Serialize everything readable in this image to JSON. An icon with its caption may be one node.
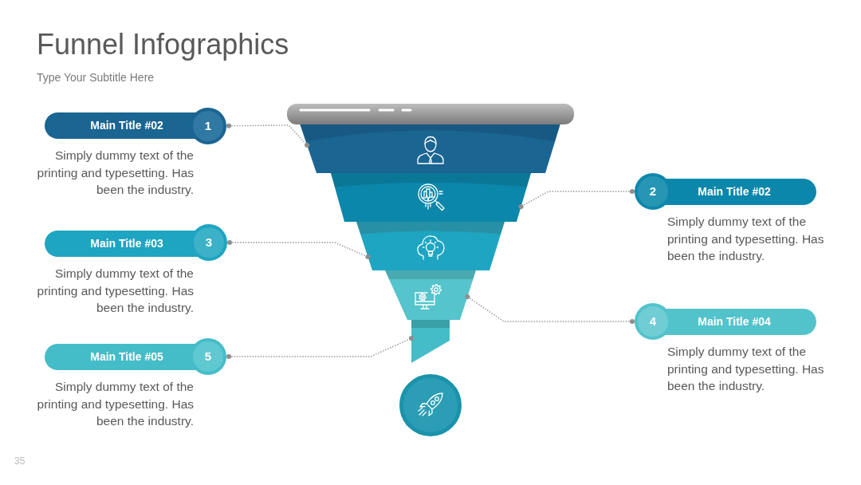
{
  "diagram": {
    "title": "Funnel Infographics",
    "nodes": [
      {
        "text": [
          "Main Title #02"
        ],
        "beside": [
          "Simply dummy text of the printing and typesetting. Has been the industry."
        ]
      },
      {
        "text": [
          "1"
        ]
      },
      {
        "text": [
          "Main Title #03"
        ],
        "beside": [
          "Simply dummy text of the printing and typesetting. Has been the industry."
        ]
      },
      {
        "text": [
          "3"
        ]
      },
      {
        "text": [
          "Main Title #05"
        ],
        "beside": [
          "Simply dummy text of the printing and typesetting. Has been the industry."
        ]
      },
      {
        "text": [
          "5"
        ]
      },
      {
        "text": [],
        "shape": "trapezoid"
      },
      {
        "text": [],
        "shape": "trapezoid"
      },
      {
        "text": [],
        "shape": "trapezoid"
      },
      {
        "text": [],
        "shape": "trapezoid"
      },
      {
        "text": [],
        "shape": "box"
      },
      {
        "text": [],
        "shape": "circle"
      },
      {
        "text": [
          "2"
        ]
      },
      {
        "text": [
          "Main Title #02"
        ],
        "beside": [
          "Simply dummy text of the printing and typesetting. Has been the industry."
        ]
      },
      {
        "text": [
          "4"
        ]
      },
      {
        "text": [
          "Main Title #04"
        ],
        "beside": [
          "Simply dummy text of the printing and typesetting. Has been the industry."
        ]
      }
    ],
    "edges": [
      {
        "from": 1,
        "to": 6,
        "arrow": "other",
        "style": "dashed"
      },
      {
        "from": 12,
        "to": 7,
        "arrow": "other",
        "style": "dashed"
      },
      {
        "from": 3,
        "to": 8,
        "arrow": "other",
        "style": "dashed"
      },
      {
        "from": 14,
        "to": 9,
        "arrow": "other",
        "style": "dashed"
      },
      {
        "from": 5,
        "to": 10,
        "arrow": "other",
        "style": "dashed"
      }
    ],
    "labels": [
      "Type Your Subtitle Here",
      "35"
    ]
  }
}
